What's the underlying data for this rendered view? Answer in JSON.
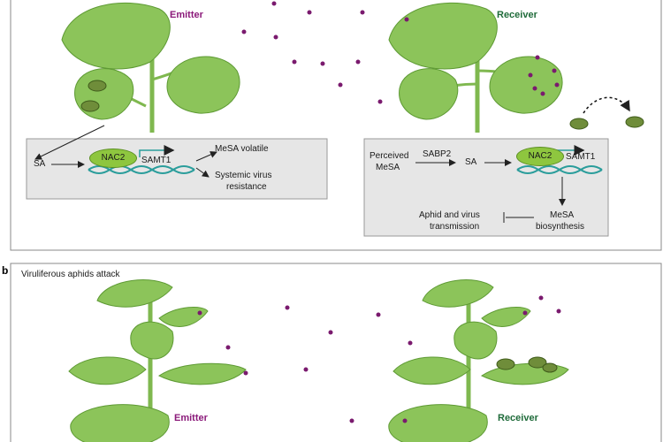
{
  "panel_b_letter": "b",
  "panel_b_title": "Viruliferous aphids attack",
  "roles": {
    "emitter": "Emitter",
    "receiver": "Receiver",
    "emitter_color": "#8b1a7a",
    "receiver_color": "#1f6b3a"
  },
  "emitter_box": {
    "sa": "SA",
    "nac2": "NAC2",
    "samt1": "SAMT1",
    "mesa_volatile": "MeSA volatile",
    "systemic_1": "Systemic virus",
    "systemic_2": "resistance"
  },
  "receiver_box": {
    "perceived_1": "Perceived",
    "perceived_2": "MeSA",
    "sabp2": "SABP2",
    "sa": "SA",
    "nac2": "NAC2",
    "samt1": "SAMT1",
    "aphid_1": "Aphid and virus",
    "aphid_2": "transmission",
    "mesa_1": "MeSA",
    "mesa_2": "biosynthesis"
  },
  "colors": {
    "leaf": "#8cc45a",
    "leaf_dark": "#5e9a34",
    "stem": "#7fb84f",
    "volatile_dot": "#7a1a6e",
    "box_fill": "#e6e6e6",
    "dna_teal": "#2a9d9b"
  }
}
